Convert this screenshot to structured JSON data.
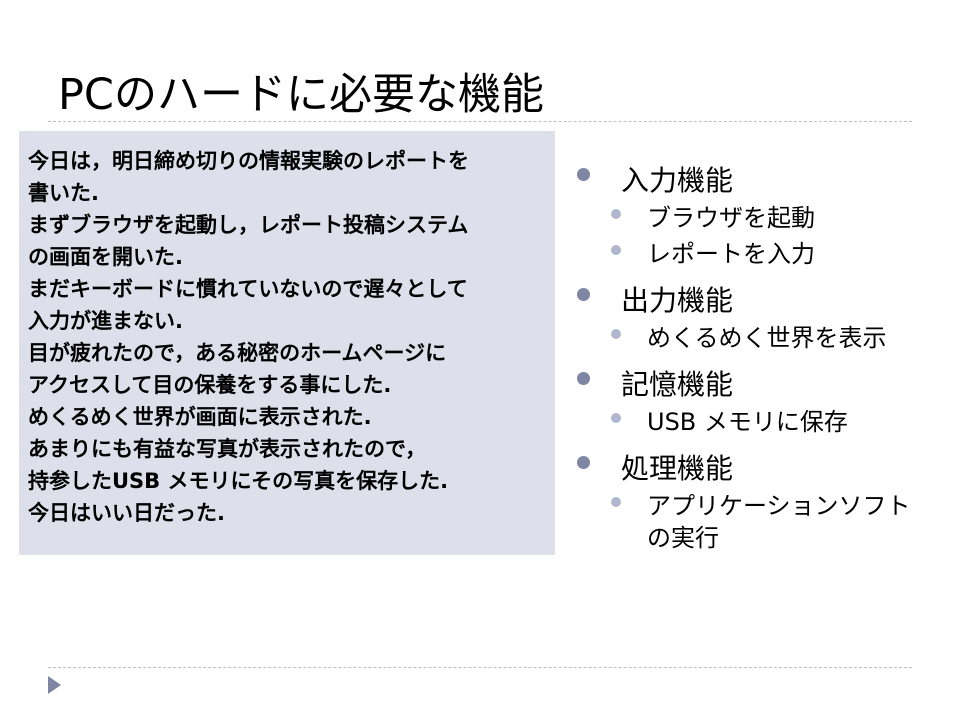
{
  "slide": {
    "title": "PCのハードに必要な機能",
    "story_lines": [
      "今日は，明日締め切りの情報実験のレポートを",
      "書いた.",
      "まずブラウザを起動し，レポート投稿システム",
      "の画面を開いた.",
      "まだキーボードに慣れていないので遅々として",
      "入力が進まない.",
      "目が疲れたので，ある秘密のホームページに",
      "アクセスして目の保養をする事にした.",
      "めくるめく世界が画面に表示された.",
      "あまりにも有益な写真が表示されたので，",
      "持参したUSB メモリにその写真を保存した.",
      "今日はいい日だった."
    ],
    "bullets": [
      {
        "label": "入力機能",
        "sub": [
          "ブラウザを起動",
          "レポートを入力"
        ]
      },
      {
        "label": "出力機能",
        "sub": [
          "めくるめく世界を表示"
        ]
      },
      {
        "label": "記憶機能",
        "sub": [
          "USB メモリに保存"
        ]
      },
      {
        "label": "処理機能",
        "sub": [
          "アプリケーションソフト",
          "の実行"
        ]
      }
    ],
    "colors": {
      "textbox_bg": "#dde0ea",
      "bullet_l1": "#7e86a4",
      "bullet_l2": "#aeb7cf",
      "rule": "#b9bfcb"
    },
    "nav_icon": "triangle-right-icon"
  }
}
